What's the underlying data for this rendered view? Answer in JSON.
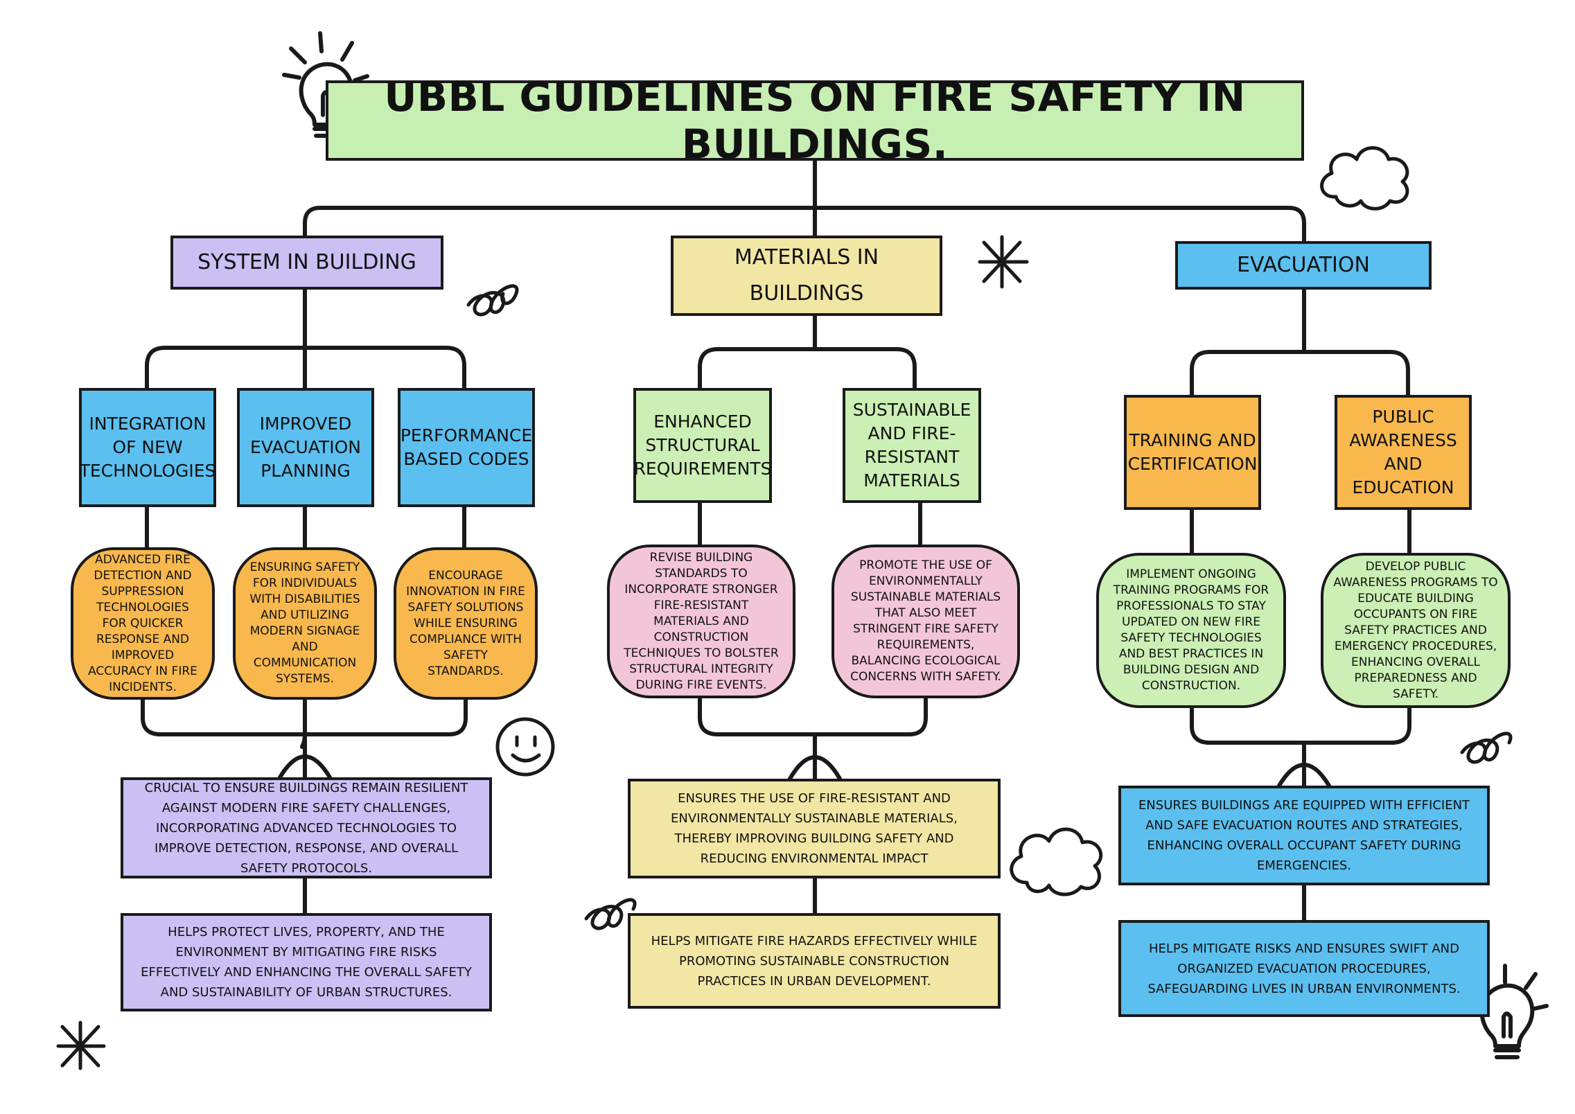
{
  "title": "UBBL GUIDELINES ON FIRE SAFETY IN BUILDINGS.",
  "categories": [
    {
      "label": "SYSTEM IN BUILDING",
      "color": "#cbbff3",
      "subtopics": [
        {
          "label": "INTEGRATION OF NEW TECHNOLOGIES",
          "color": "#5bbff0",
          "detail": "ADVANCED FIRE DETECTION AND SUPPRESSION TECHNOLOGIES FOR QUICKER RESPONSE AND IMPROVED ACCURACY IN FIRE INCIDENTS.",
          "detail_color": "#f8b84e"
        },
        {
          "label": "IMPROVED EVACUATION PLANNING",
          "color": "#5bbff0",
          "detail": "ENSURING SAFETY FOR INDIVIDUALS WITH DISABILITIES AND UTILIZING MODERN SIGNAGE AND COMMUNICATION SYSTEMS.",
          "detail_color": "#f8b84e"
        },
        {
          "label": "PERFORMANCE BASED CODES",
          "color": "#5bbff0",
          "detail": "ENCOURAGE INNOVATION IN FIRE SAFETY SOLUTIONS WHILE ENSURING COMPLIANCE WITH SAFETY STANDARDS.",
          "detail_color": "#f8b84e"
        }
      ],
      "summary": "CRUCIAL TO ENSURE BUILDINGS REMAIN RESILIENT AGAINST MODERN FIRE SAFETY CHALLENGES, INCORPORATING ADVANCED TECHNOLOGIES TO IMPROVE DETECTION, RESPONSE, AND OVERALL SAFETY PROTOCOLS.",
      "impact": "HELPS PROTECT LIVES, PROPERTY, AND THE ENVIRONMENT BY MITIGATING FIRE RISKS EFFECTIVELY AND ENHANCING THE OVERALL SAFETY AND SUSTAINABILITY OF URBAN STRUCTURES."
    },
    {
      "label": "MATERIALS IN BUILDINGS",
      "color": "#f2e6a5",
      "subtopics": [
        {
          "label": "ENHANCED STRUCTURAL REQUIREMENTS",
          "color": "#cbefb4",
          "detail": "REVISE BUILDING STANDARDS TO INCORPORATE STRONGER FIRE-RESISTANT MATERIALS AND CONSTRUCTION TECHNIQUES TO BOLSTER STRUCTURAL INTEGRITY DURING FIRE EVENTS.",
          "detail_color": "#f3c5d9"
        },
        {
          "label": "SUSTAINABLE AND FIRE-RESISTANT MATERIALS",
          "color": "#cbefb4",
          "detail": "PROMOTE THE USE OF ENVIRONMENTALLY SUSTAINABLE MATERIALS THAT ALSO MEET STRINGENT FIRE SAFETY REQUIREMENTS, BALANCING ECOLOGICAL CONCERNS WITH SAFETY.",
          "detail_color": "#f3c5d9"
        }
      ],
      "summary": "ENSURES THE USE OF FIRE-RESISTANT AND ENVIRONMENTALLY SUSTAINABLE MATERIALS, THEREBY IMPROVING BUILDING SAFETY AND REDUCING ENVIRONMENTAL IMPACT",
      "impact": "HELPS MITIGATE FIRE HAZARDS EFFECTIVELY WHILE PROMOTING SUSTAINABLE CONSTRUCTION PRACTICES IN URBAN DEVELOPMENT."
    },
    {
      "label": "EVACUATION",
      "color": "#5bbff0",
      "subtopics": [
        {
          "label": "TRAINING AND CERTIFICATION",
          "color": "#f8b84e",
          "detail": "IMPLEMENT ONGOING TRAINING PROGRAMS FOR PROFESSIONALS TO STAY UPDATED ON NEW FIRE SAFETY TECHNOLOGIES AND BEST PRACTICES IN BUILDING DESIGN AND CONSTRUCTION.",
          "detail_color": "#cbefb4"
        },
        {
          "label": "PUBLIC AWARENESS AND EDUCATION",
          "color": "#f8b84e",
          "detail": "DEVELOP PUBLIC AWARENESS PROGRAMS TO EDUCATE BUILDING OCCUPANTS ON FIRE SAFETY PRACTICES AND EMERGENCY PROCEDURES, ENHANCING OVERALL PREPAREDNESS AND SAFETY.",
          "detail_color": "#cbefb4"
        }
      ],
      "summary": "ENSURES BUILDINGS ARE EQUIPPED WITH EFFICIENT AND SAFE EVACUATION ROUTES AND STRATEGIES, ENHANCING OVERALL OCCUPANT SAFETY DURING EMERGENCIES.",
      "impact": "HELPS MITIGATE RISKS AND ENSURES SWIFT AND ORGANIZED EVACUATION PROCEDURES, SAFEGUARDING LIVES IN URBAN ENVIRONMENTS."
    }
  ],
  "decorations": [
    "lightbulb-icon",
    "cloud-icon",
    "asterisk-icon",
    "squiggle-icon",
    "smiley-icon"
  ]
}
